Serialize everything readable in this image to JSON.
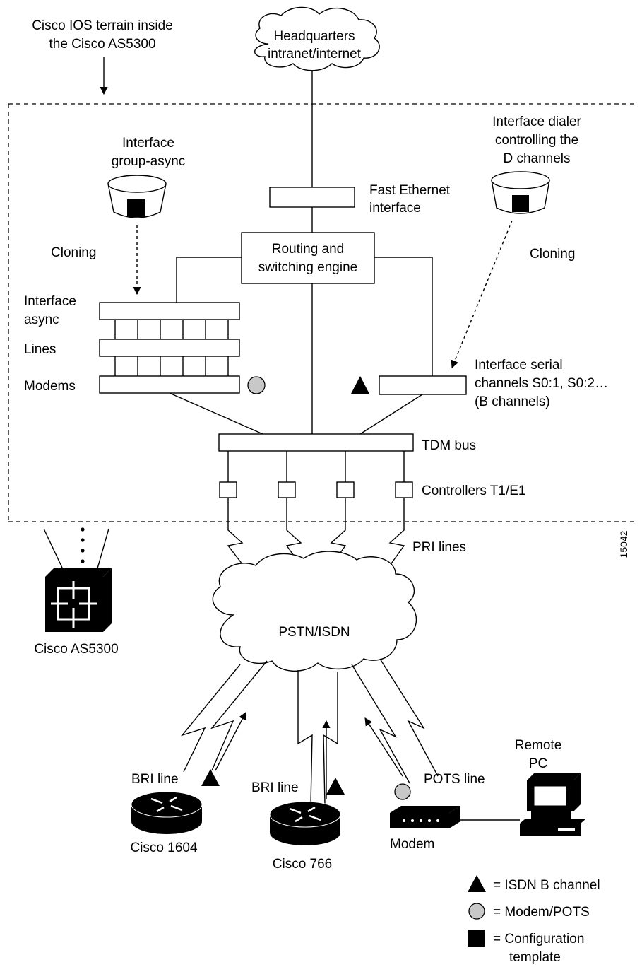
{
  "labels": {
    "terrain_1": "Cisco IOS terrain inside",
    "terrain_2": "the Cisco AS5300",
    "hq_1": "Headquarters",
    "hq_2": "intranet/internet",
    "fast_eth_1": "Fast Ethernet",
    "fast_eth_2": "interface",
    "dialer_1": "Interface dialer",
    "dialer_2": "controlling the",
    "dialer_3": "D channels",
    "group_async_1": "Interface",
    "group_async_2": "group-async",
    "cloning_left": "Cloning",
    "cloning_right": "Cloning",
    "engine_1": "Routing and",
    "engine_2": "switching engine",
    "iface_async_1": "Interface",
    "iface_async_2": "async",
    "lines": "Lines",
    "modems": "Modems",
    "serial_1": "Interface serial",
    "serial_2": "channels S0:1, S0:2…",
    "serial_3": "(B channels)",
    "tdm": "TDM bus",
    "controllers": "Controllers T1/E1",
    "pri": "PRI lines",
    "figure_id": "15042",
    "as5300": "Cisco AS5300",
    "pstn": "PSTN/ISDN",
    "remote_1": "Remote",
    "remote_2": "PC",
    "bri_1": "BRI line",
    "bri_2": "BRI line",
    "pots": "POTS line",
    "cisco1604": "Cisco 1604",
    "cisco766": "Cisco 766",
    "modem": "Modem"
  },
  "legend": {
    "isdn": "= ISDN B channel",
    "modem_pots": "= Modem/POTS",
    "config_1": "= Configuration",
    "config_2": "template"
  },
  "colors": {
    "circle_fill": "#c8c8c8",
    "device_fill": "#000000"
  }
}
